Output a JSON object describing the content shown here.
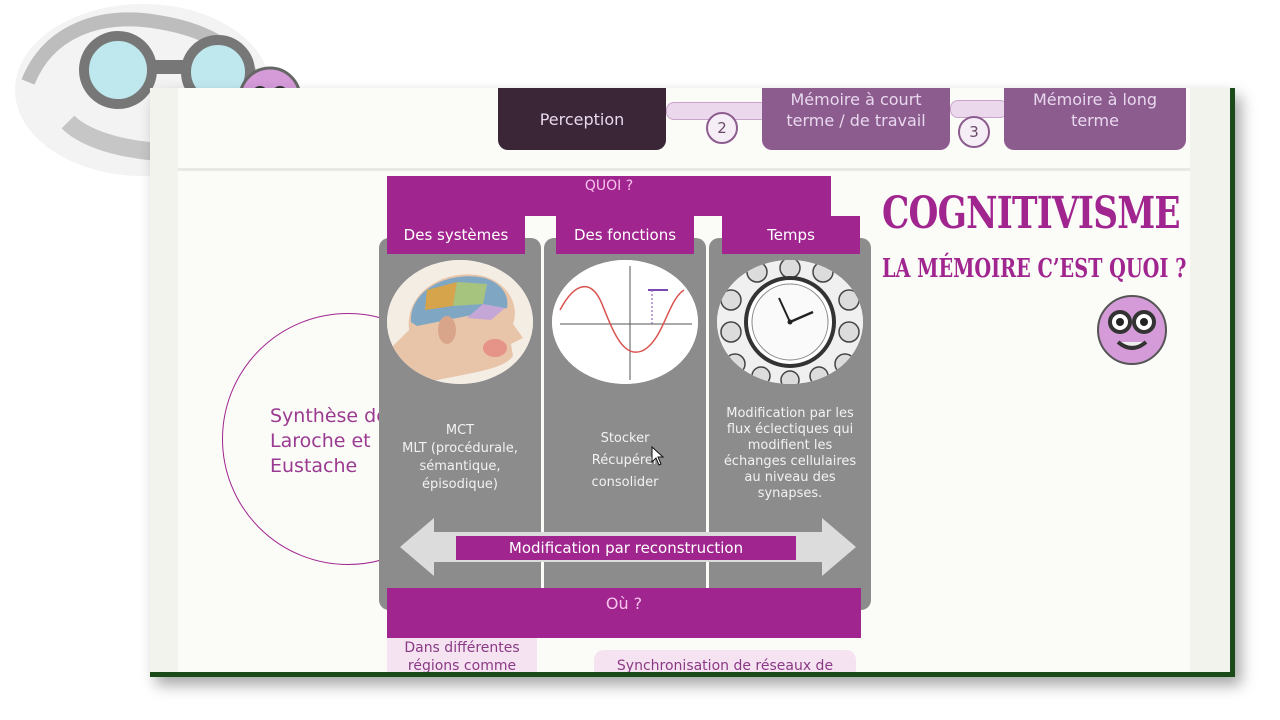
{
  "top_band": {
    "perception": "Perception",
    "court_terme": "Mémoire à court\nterme / de travail",
    "long_terme": "Mémoire à long\nterme",
    "step2": "2",
    "step3": "3"
  },
  "quoi_header": "QUOI ?",
  "columns": [
    {
      "header": "Des systèmes",
      "text": "MCT\nMLT (procédurale, sémantique, épisodique)"
    },
    {
      "header": "Des fonctions",
      "text": "Stocker\nRécupérer\nconsolider"
    },
    {
      "header": "Temps",
      "text": "Modification par les flux éclectiques qui modifient les échanges cellulaires au niveau des synapses."
    }
  ],
  "arrow_label": "Modification par reconstruction",
  "ou_header": "Où ?",
  "synthese": "Synthèse de\nLaroche et\nEustache",
  "title": "COGNITIVISME",
  "subtitle": "LA MÉMOIRE C’EST QUOI ?",
  "bottom_left": "Dans différentes\nrégions comme",
  "bottom_right": "Synchronisation de réseaux de",
  "colors": {
    "accent": "#a0258f",
    "dark": "#3b2637",
    "muted_purple": "#8d5c8f",
    "column_gray": "#8c8c8c"
  }
}
